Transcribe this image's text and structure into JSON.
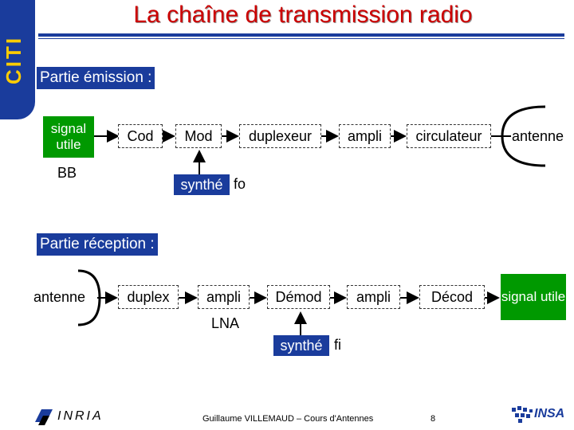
{
  "header": {
    "title": "La chaîne de transmission radio",
    "logo_text": "CITI"
  },
  "emission": {
    "section_label": "Partie émission :",
    "source_label": "signal utile",
    "source_sub": "BB",
    "blocks": [
      "Cod",
      "Mod",
      "duplexeur",
      "ampli",
      "circulateur"
    ],
    "antenna_label": "antenne",
    "synth_label": "synthé",
    "synth_freq": "fo"
  },
  "reception": {
    "section_label": "Partie réception :",
    "antenna_label": "antenne",
    "blocks": [
      "duplex",
      "ampli",
      "Démod",
      "ampli",
      "Décod"
    ],
    "lna_label": "LNA",
    "output_label": "signal utile",
    "synth_label": "synthé",
    "synth_freq": "fi"
  },
  "footer": {
    "inria_label": "INRIA",
    "author": "Guillaume VILLEMAUD – Cours d'Antennes",
    "page_number": "8",
    "insa_label": "INSA"
  },
  "colors": {
    "title": "#cc0000",
    "primary_blue": "#1a3c9c",
    "signal_green": "#009900",
    "logo_yellow": "#ffcc00"
  }
}
